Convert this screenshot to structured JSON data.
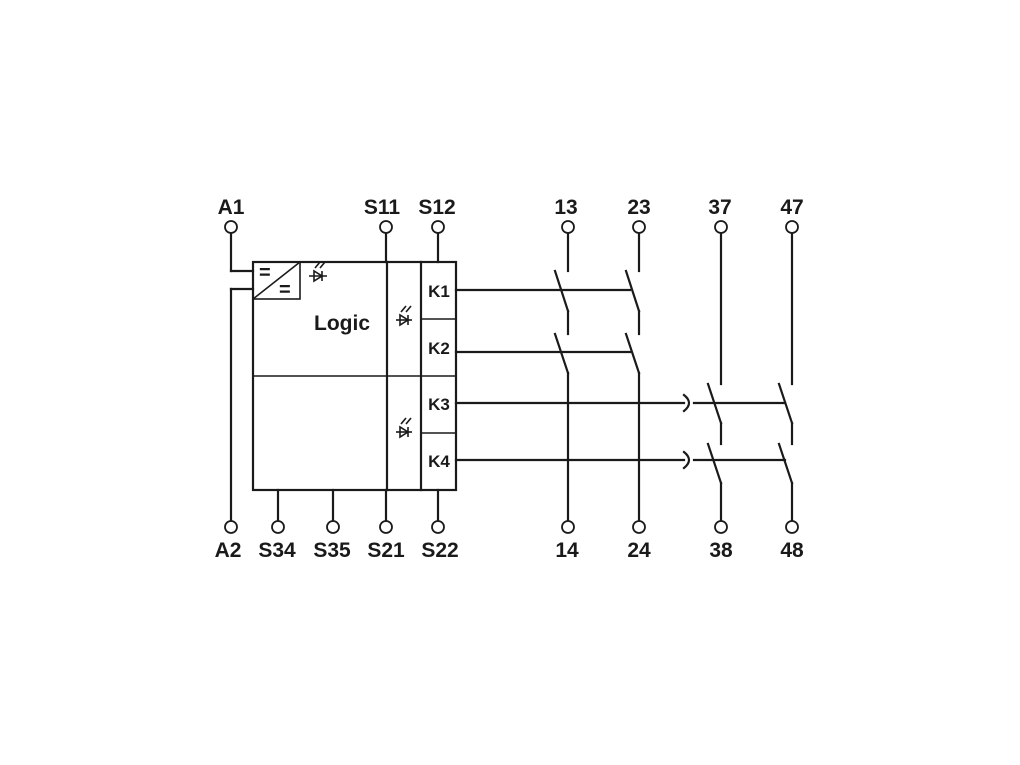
{
  "terminals_top": {
    "a1": "A1",
    "s11": "S11",
    "s12": "S12",
    "t13": "13",
    "t23": "23",
    "t37": "37",
    "t47": "47"
  },
  "terminals_bottom": {
    "a2": "A2",
    "s34": "S34",
    "s35": "S35",
    "s21": "S21",
    "s22": "S22",
    "t14": "14",
    "t24": "24",
    "t38": "38",
    "t48": "48"
  },
  "block": {
    "logic_label": "Logic",
    "converter_symbol_top": "=",
    "converter_symbol_bottom": "="
  },
  "relays": {
    "k1": "K1",
    "k2": "K2",
    "k3": "K3",
    "k4": "K4"
  },
  "icons": {
    "led": "led-icon",
    "converter": "dc-dc-converter-icon",
    "contact_no": "normally-open-contact-icon",
    "contact_delay": "delayed-contact-icon",
    "terminal": "terminal-circle-icon"
  },
  "colors": {
    "line": "#1a1a1a",
    "background": "#ffffff"
  }
}
